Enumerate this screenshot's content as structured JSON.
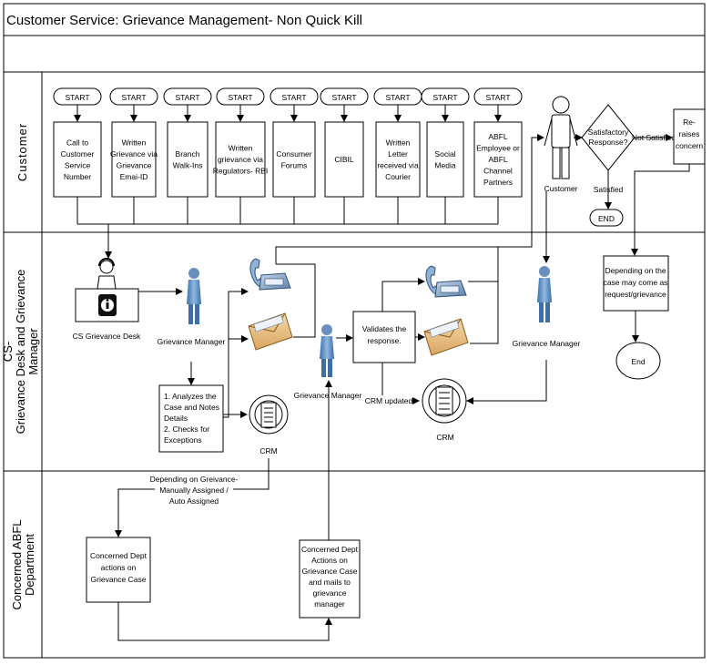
{
  "title": "Customer Service: Grievance Management- Non Quick Kill",
  "lanes": {
    "customer": "Customer",
    "cs": [
      "CS-",
      "Grievance Desk and Grievance",
      "Manager"
    ],
    "dept": [
      "Concerned ABFL",
      "Department"
    ]
  },
  "start_label": "START",
  "channels": [
    [
      "Call to",
      "Customer",
      "Service",
      "Number"
    ],
    [
      "Written",
      "Grievance via",
      "Grievance",
      "Emai-ID"
    ],
    [
      "Branch",
      "Walk-Ins"
    ],
    [
      "Written",
      "grievance via",
      "Regulators- RBI"
    ],
    [
      "Consumer",
      "Forums"
    ],
    [
      "CIBIL"
    ],
    [
      "Written",
      "Letter",
      "received via",
      "Courier"
    ],
    [
      "Social",
      "Media"
    ],
    [
      "ABFL",
      "Employee or",
      "ABFL",
      "Channel",
      "Partners"
    ]
  ],
  "customer_label": "Customer",
  "decision": [
    "Satisfactory",
    "Response?"
  ],
  "not_satisfied": "Not Satisfied",
  "satisfied": "Satisfied",
  "end_label": "END",
  "reraises": [
    "Re-",
    "raises",
    "concern"
  ],
  "cs_desk": "CS Grievance Desk",
  "grievance_manager": "Grievance Manager",
  "analyze": [
    "1. Analyzes the",
    "Case and Notes",
    "Details",
    "2. Checks for",
    "Exceptions"
  ],
  "crm": "CRM",
  "validates": [
    "Validates the",
    "response."
  ],
  "crm_updated": "CRM updated",
  "depending_case": [
    "Depending on the",
    "case may come as",
    "request/grievance"
  ],
  "end2": "End",
  "depending_assign": [
    "Depending on Greivance-",
    "Manually Assigned /",
    "Auto Assigned"
  ],
  "dept_action1": [
    "Concerned Dept",
    "actions on",
    "Grievance Case"
  ],
  "dept_action2": [
    "Concerned Dept",
    "Actions on",
    "Grievance Case",
    "and mails to",
    "grievance",
    "manager"
  ]
}
